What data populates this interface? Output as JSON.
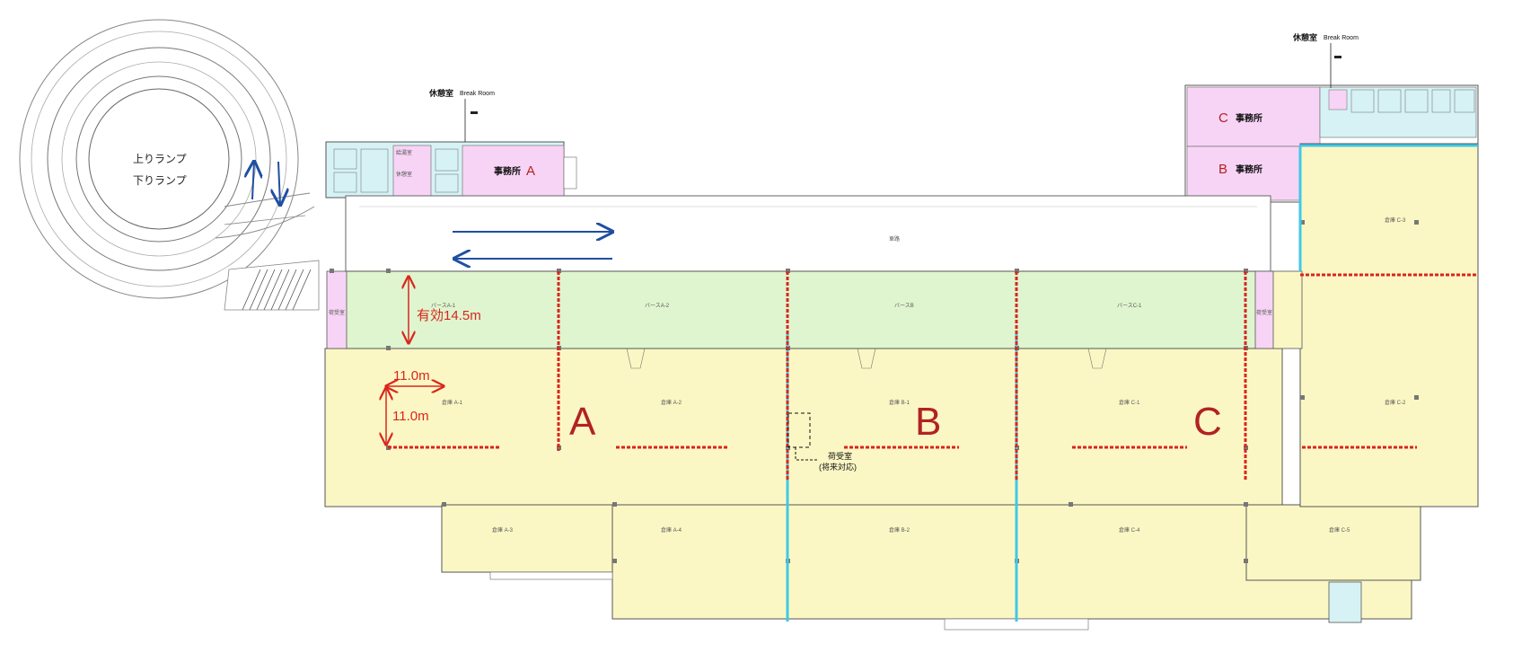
{
  "ramp": {
    "up_label": "上りランプ",
    "down_label": "下りランプ"
  },
  "offices": [
    {
      "id": "A",
      "label": "事務所",
      "letter": "A"
    },
    {
      "id": "B",
      "label": "事務所",
      "letter": "B"
    },
    {
      "id": "C",
      "label": "事務所",
      "letter": "C"
    }
  ],
  "break_rooms": [
    {
      "jp": "休憩室",
      "en": "Break Room"
    },
    {
      "jp": "休憩室",
      "en": "Break Room"
    }
  ],
  "zones": [
    "A",
    "B",
    "C"
  ],
  "driveway_label": "車路",
  "berths": [
    "バースA-1",
    "バースA-2",
    "バースB",
    "バースC-1"
  ],
  "warehouses": {
    "a1": "倉庫 A-1",
    "a2": "倉庫 A-2",
    "a3": "倉庫 A-3",
    "a4": "倉庫 A-4",
    "b1": "倉庫 B-1",
    "b2": "倉庫 B-2",
    "c1": "倉庫 C-1",
    "c2": "倉庫 C-2",
    "c3": "倉庫 C-3",
    "c4": "倉庫 C-4",
    "c5": "倉庫 C-5"
  },
  "dimensions": {
    "berth_depth": "有効14.5m",
    "span_x": "11.0m",
    "span_y": "11.0m"
  },
  "loading_room": {
    "line1": "荷受室",
    "line2": "(将来対応)"
  },
  "small_rooms": {
    "storage": "荷受室",
    "pantry": "給湯室",
    "lounge": "休憩室"
  },
  "colors": {
    "warehouse": "#fbf7c4",
    "berth": "#dff5cf",
    "office": "#f7d4f5",
    "facility": "#d6f2f5",
    "partition": "#d9261c",
    "divider": "#3fc8e8",
    "arrow": "#1f4fa0"
  }
}
